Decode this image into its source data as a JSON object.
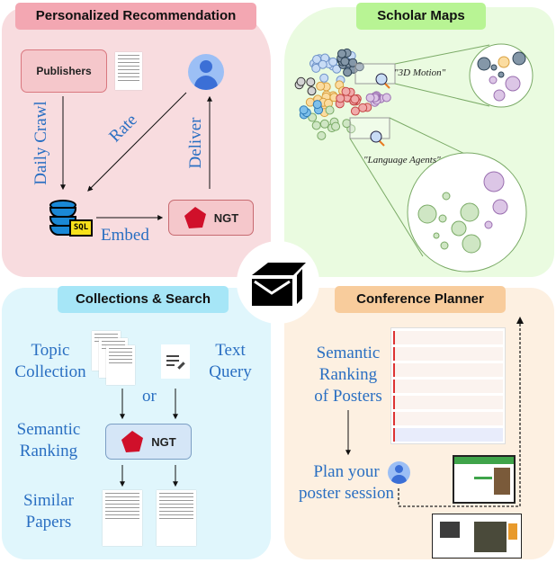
{
  "center_icon": "graduation-cap-envelope-icon",
  "personalized_recommendation": {
    "title": "Personalized Recommendation",
    "publishers_label": "Publishers",
    "daily_crawl": "Daily Crawl",
    "rate": "Rate",
    "deliver": "Deliver",
    "embed": "Embed",
    "ngt_label": "NGT",
    "sql_label": "SQL",
    "colors": {
      "box_fill": "#f5c7cb",
      "box_border": "#d9777f"
    }
  },
  "scholar_maps": {
    "title": "Scholar Maps",
    "zoom_label_1": "\"3D Motion\"",
    "zoom_label_2": "\"Language Agents\""
  },
  "collections_search": {
    "title": "Collections & Search",
    "topic_collection_1": "Topic",
    "topic_collection_2": "Collection",
    "text_query_1": "Text",
    "text_query_2": "Query",
    "or": "or",
    "semantic_ranking_1": "Semantic",
    "semantic_ranking_2": "Ranking",
    "ngt_label": "NGT",
    "similar_papers_1": "Similar",
    "similar_papers_2": "Papers"
  },
  "conference_planner": {
    "title": "Conference Planner",
    "semantic_ranking_1": "Semantic",
    "semantic_ranking_2": "Ranking",
    "semantic_ranking_3": "of Posters",
    "plan_1": "Plan your",
    "plan_2": "poster session"
  }
}
